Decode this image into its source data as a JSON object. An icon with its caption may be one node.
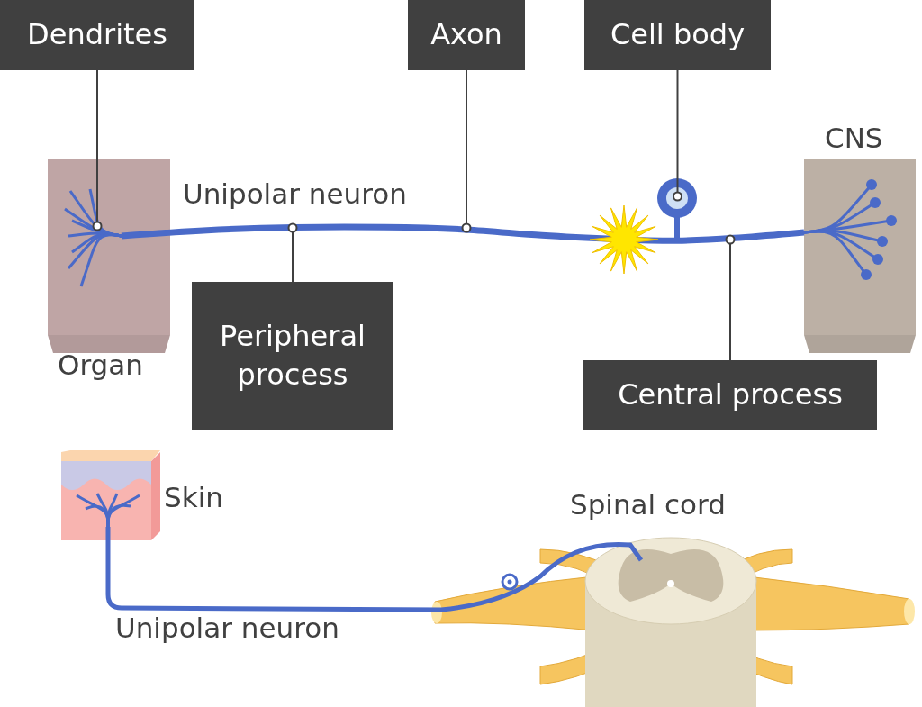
{
  "diagram": {
    "nodes": [
      {
        "text": [
          "Dendrites"
        ]
      },
      {
        "text": [
          "Axon"
        ]
      },
      {
        "text": [
          "Cell body"
        ]
      },
      {
        "text": [
          "Peripheral process"
        ]
      },
      {
        "text": [
          "Central process"
        ]
      },
      {
        "text": [],
        "shape": "box",
        "beside": [
          "Organ"
        ]
      },
      {
        "text": [],
        "shape": "box",
        "beside": [
          "CNS"
        ]
      }
    ],
    "edges": [
      {
        "from": 0,
        "to": 5,
        "arrow": "other"
      },
      {
        "from": 1,
        "to": null,
        "arrow": "other"
      },
      {
        "from": 2,
        "to": null,
        "arrow": "other"
      },
      {
        "from": 3,
        "to": null,
        "arrow": "other"
      },
      {
        "from": 4,
        "to": null,
        "arrow": "other"
      }
    ],
    "labels": [
      "Unipolar neuron",
      "Skin",
      "Spinal cord",
      "Unipolar neuron"
    ]
  }
}
